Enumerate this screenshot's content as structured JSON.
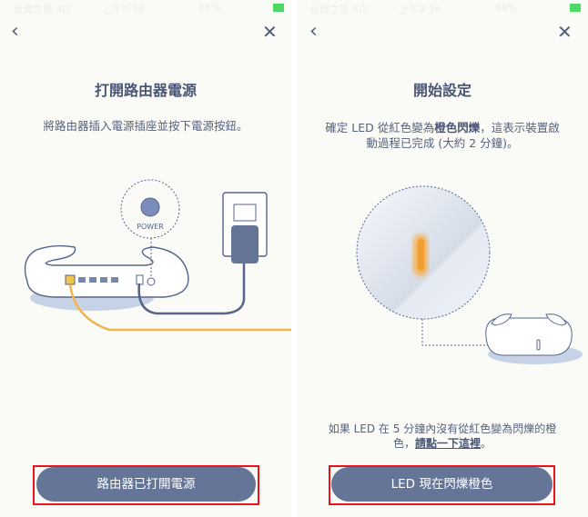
{
  "status_bar": {
    "carrier": "台灣之星 4G",
    "time": "上午9:36",
    "battery": "86%"
  },
  "screens": [
    {
      "title": "打開路由器電源",
      "description": "將路由器插入電源插座並按下電源按鈕。",
      "power_label": "POWER",
      "button": "路由器已打開電源"
    },
    {
      "title": "開始設定",
      "desc_pre": "確定 LED 從紅色變為",
      "desc_bold": "橙色閃爍",
      "desc_post": "，這表示裝置啟動過程已完成 (大約 2 分鐘)。",
      "help_pre": "如果 LED 在 5 分鐘內沒有從紅色變為閃爍的橙色，",
      "help_link": "請點一下這裡",
      "help_post": "。",
      "button": "LED 現在閃爍橙色"
    }
  ],
  "colors": {
    "accent": "#647597",
    "highlight": "#e8141c",
    "led": "#f0a030",
    "cable": "#f2b34a"
  }
}
